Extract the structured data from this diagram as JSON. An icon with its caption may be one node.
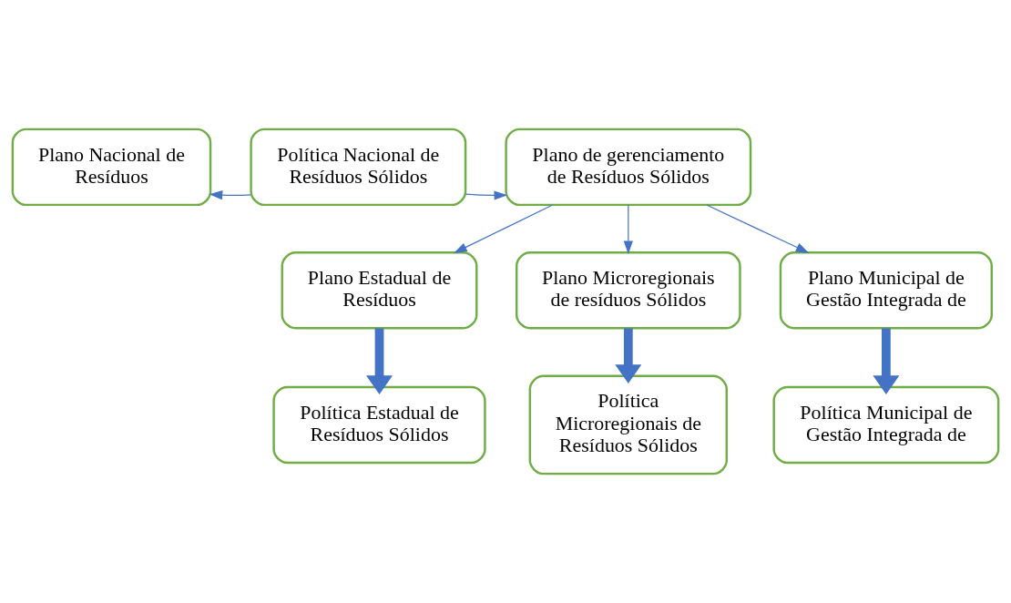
{
  "diagram": {
    "nodes": [
      {
        "text": [
          "Plano Nacional de Resíduos"
        ]
      },
      {
        "text": [
          "Política Nacional de Resíduos Sólidos"
        ]
      },
      {
        "text": [
          "Plano de gerenciamento de Resíduos Sólidos"
        ]
      },
      {
        "text": [
          "Plano Estadual de Resíduos"
        ]
      },
      {
        "text": [
          "Plano Microregionais de resíduos Sólidos"
        ]
      },
      {
        "text": [
          "Plano Municipal de Gestão Integrada de"
        ]
      },
      {
        "text": [
          "Política Estadual de Resíduos Sólidos"
        ]
      },
      {
        "text": [
          "Política Microregionais de Resíduos Sólidos"
        ]
      },
      {
        "text": [
          "Política Municipal de Gestão Integrada de"
        ]
      }
    ],
    "edges": [
      {
        "from": 1,
        "to": 0,
        "arrow": "to"
      },
      {
        "from": 1,
        "to": 2,
        "arrow": "to"
      },
      {
        "from": 2,
        "to": 3,
        "arrow": "to"
      },
      {
        "from": 2,
        "to": 4,
        "arrow": "to"
      },
      {
        "from": 2,
        "to": 5,
        "arrow": "to"
      },
      {
        "from": 3,
        "to": 6,
        "arrow": "to",
        "style": "thick"
      },
      {
        "from": 4,
        "to": 7,
        "arrow": "to",
        "style": "thick"
      },
      {
        "from": 5,
        "to": 8,
        "arrow": "to",
        "style": "thick"
      }
    ]
  }
}
